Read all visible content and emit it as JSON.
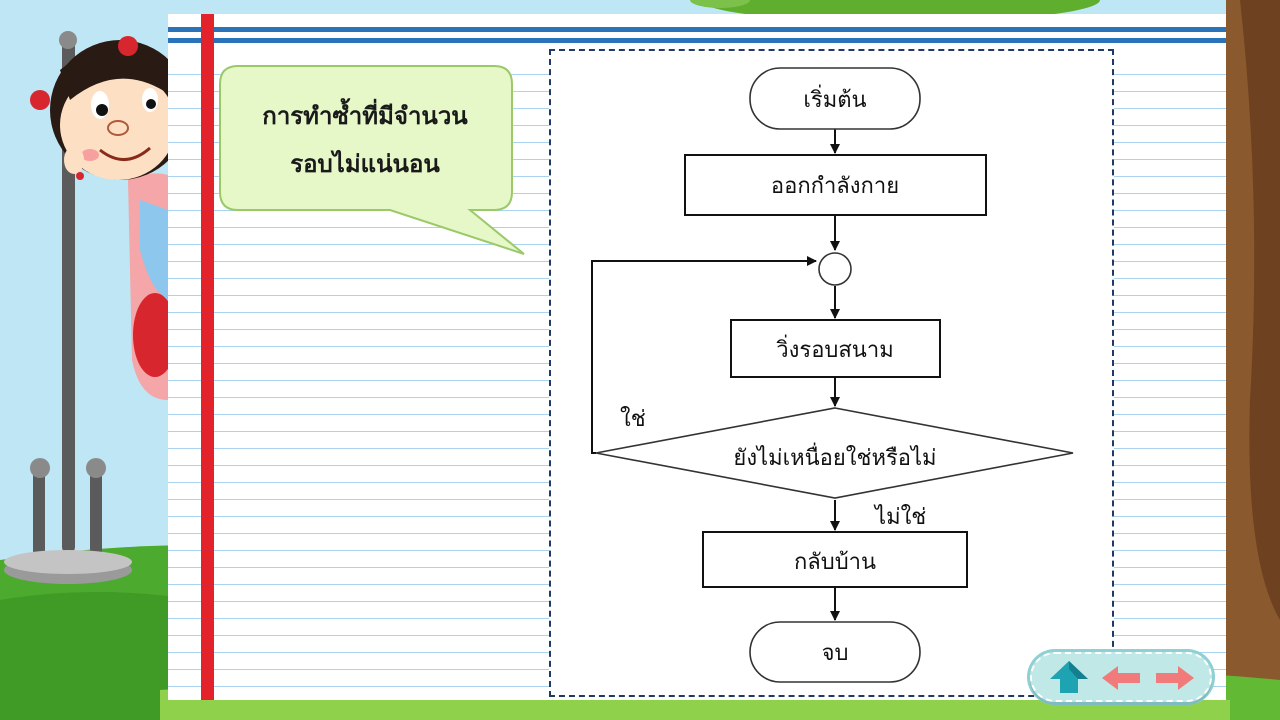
{
  "bubble": {
    "line1": "การทำซ้ำที่มีจำนวน",
    "line2": "รอบไม่แน่นอน"
  },
  "flowchart": {
    "start": "เริ่มต้น",
    "step1": "ออกกำลังกาย",
    "step2": "วิ่งรอบสนาม",
    "decision": "ยังไม่เหนื่อยใช่หรือไม่",
    "yes_label": "ใช่",
    "no_label": "ไม่ใช่",
    "step3": "กลับบ้าน",
    "end": "จบ"
  },
  "nav": {
    "home_icon": "home-up-arrow-icon",
    "prev_icon": "left-arrow-icon",
    "next_icon": "right-arrow-icon"
  },
  "colors": {
    "margin_red": "#e3232b",
    "rule_blue": "#2a73b8",
    "bubble_green": "#e6f7c8",
    "panel_border": "#1f3a66"
  }
}
